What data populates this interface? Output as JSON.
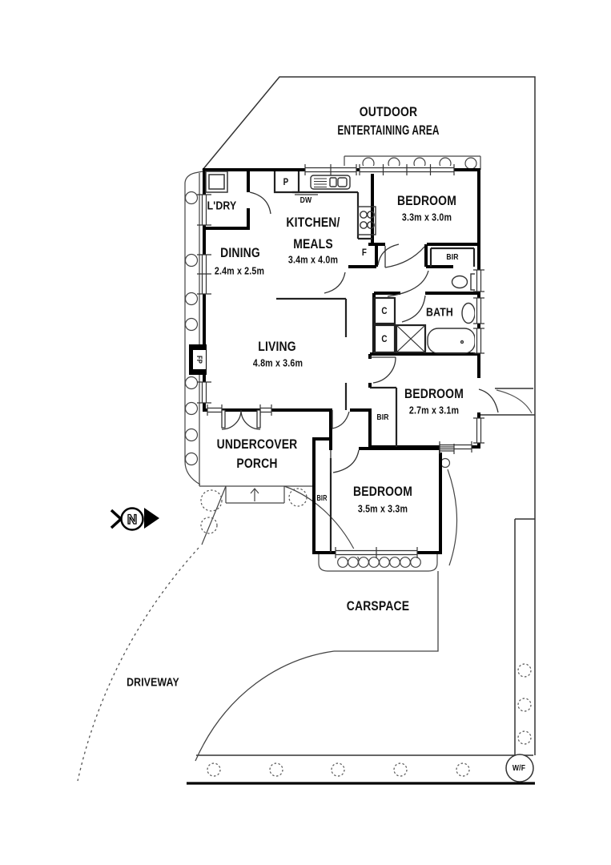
{
  "compass": {
    "north": "N"
  },
  "outdoor": {
    "entertaining": {
      "line1": "OUTDOOR",
      "line2": "ENTERTAINING AREA"
    },
    "porch": {
      "line1": "UNDERCOVER",
      "line2": "PORCH"
    },
    "carspace": "CARSPACE",
    "driveway": "DRIVEWAY"
  },
  "rooms": {
    "laundry": {
      "name": "L'DRY"
    },
    "dining": {
      "name": "DINING",
      "dims": "2.4m x 2.5m"
    },
    "kitchen_meals": {
      "name_line1": "KITCHEN/",
      "name_line2": "MEALS",
      "dims": "3.4m x 4.0m"
    },
    "bedroom_1": {
      "name": "BEDROOM",
      "dims": "3.3m x 3.0m"
    },
    "living": {
      "name": "LIVING",
      "dims": "4.8m x 3.6m"
    },
    "bath": {
      "name": "BATH"
    },
    "bedroom_2": {
      "name": "BEDROOM",
      "dims": "2.7m x 3.1m"
    },
    "bedroom_3": {
      "name": "BEDROOM",
      "dims": "3.5m x 3.3m"
    }
  },
  "fixtures": {
    "pantry": "P",
    "dishwasher": "DW",
    "fridge": "F",
    "fireplace": "FP",
    "cupboard": "C",
    "built_in_robe": "BIR",
    "water_feature": "W/F"
  }
}
